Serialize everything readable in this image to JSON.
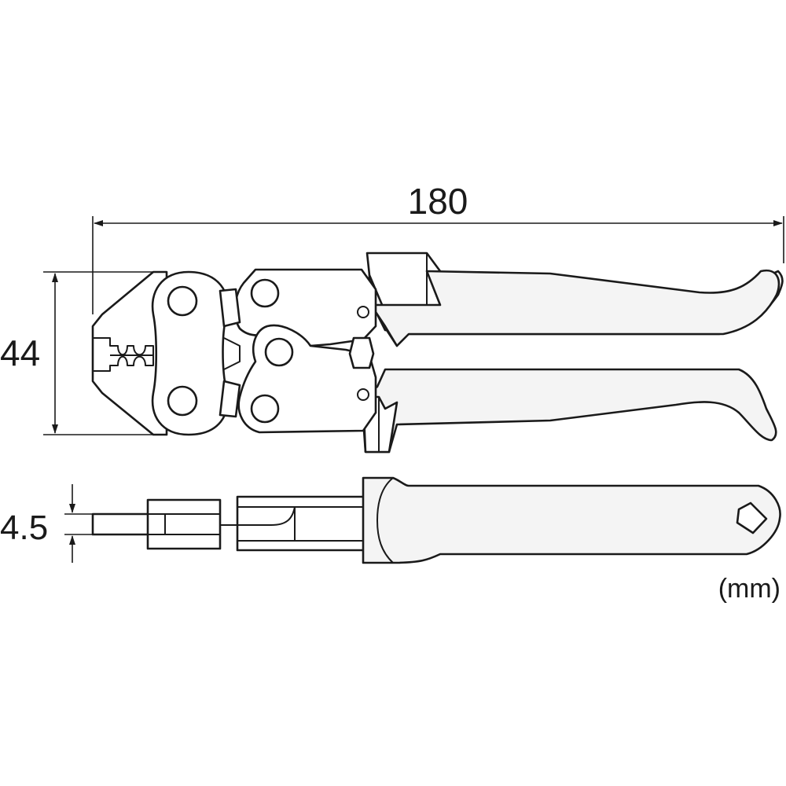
{
  "dimensions": {
    "length": "180",
    "height": "44",
    "thickness": "4.5",
    "unit": "(mm)"
  },
  "colors": {
    "line": "#1a1a1a",
    "grip_fill": "#f4f4f4",
    "background": "#ffffff"
  }
}
